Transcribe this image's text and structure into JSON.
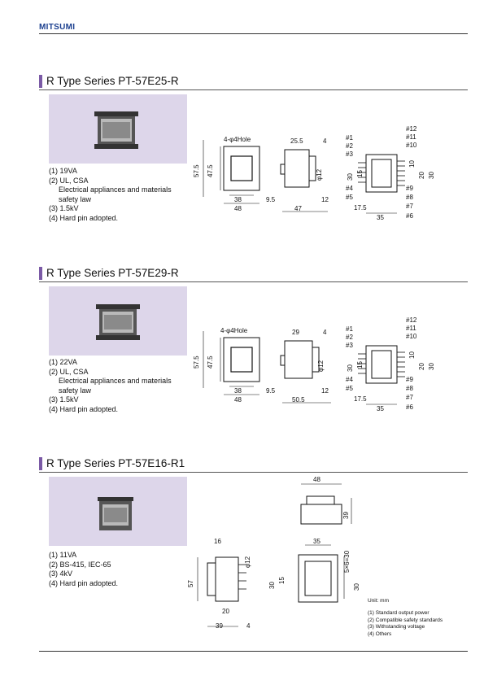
{
  "header": {
    "brand": "MITSUMI"
  },
  "sections": [
    {
      "title": "R Type Series PT-57E25-R",
      "specs": [
        "(1) 19VA",
        "(2) UL, CSA",
        "Electrical appliances and materials",
        "safety law",
        "(3) 1.5kV",
        "(4) Hard pin adopted."
      ],
      "dims": {
        "hole": "4-φ4Hole",
        "h1": "57.5",
        "h2": "47.5",
        "w1": "38",
        "w2": "48",
        "s1": "25.5",
        "s2": "4",
        "s3": "9.5",
        "s4": "47",
        "s5": "12",
        "s6": "φ12",
        "p1": "30",
        "p2": "15",
        "p3": "10",
        "p4": "20",
        "p5": "30",
        "p6": "17.5",
        "p7": "35"
      }
    },
    {
      "title": "R Type Series PT-57E29-R",
      "specs": [
        "(1) 22VA",
        "(2) UL, CSA",
        "Electrical appliances and materials",
        "safety law",
        "(3) 1.5kV",
        "(4) Hard pin adopted."
      ],
      "dims": {
        "hole": "4-φ4Hole",
        "h1": "57.5",
        "h2": "47.5",
        "w1": "38",
        "w2": "48",
        "s1": "29",
        "s2": "4",
        "s3": "9.5",
        "s4": "50.5",
        "s5": "12",
        "s6": "φ12",
        "p1": "30",
        "p2": "15",
        "p3": "10",
        "p4": "20",
        "p5": "30",
        "p6": "17.5",
        "p7": "35"
      }
    },
    {
      "title": "R Type Series PT-57E16-R1",
      "specs": [
        "(1) 11VA",
        "(2) BS-415, IEC-65",
        "(3) 4kV",
        "(4) Hard pin adopted."
      ],
      "dims": {
        "top_w": "48",
        "top_h": "39",
        "side_w": "16",
        "side_h": "57",
        "side_d": "φ12",
        "side_b1": "20",
        "side_b2": "39",
        "side_b3": "4",
        "front_w": "35",
        "front_h1": "30",
        "front_h2": "15",
        "front_r1": "5×6=30",
        "front_r2": "30"
      }
    }
  ],
  "pin_labels": {
    "left": [
      "#1",
      "#2",
      "#3",
      "#4",
      "#5"
    ],
    "right": [
      "#12",
      "#11",
      "#10",
      "#9",
      "#8",
      "#7",
      "#6"
    ]
  },
  "footer": {
    "unit": "Unit: mm",
    "legend": [
      "(1)  Standard output power",
      "(2)  Compatible safety standards",
      "(3) Withstanding voltage",
      "(4)  Others"
    ]
  }
}
